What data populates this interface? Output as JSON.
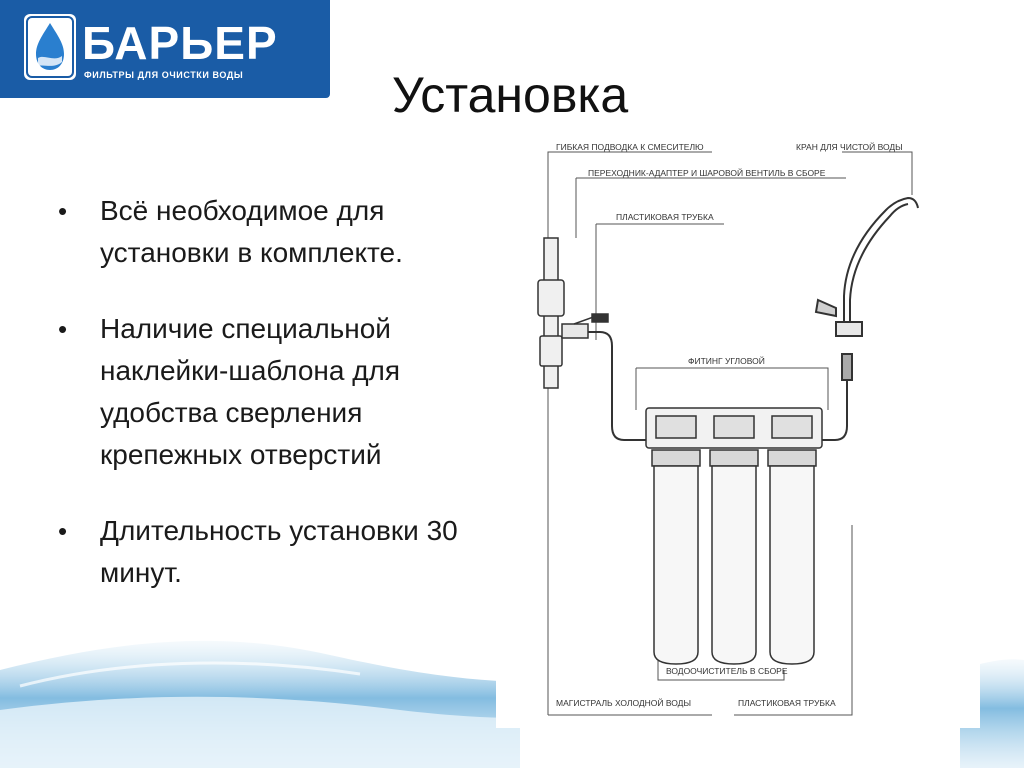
{
  "logo": {
    "brand": "БАРЬЕР",
    "tagline": "ФИЛЬТРЫ ДЛЯ ОЧИСТКИ ВОДЫ",
    "icon": "water-drop-icon",
    "color": "#1a5ca6"
  },
  "title": "Установка",
  "bullets": [
    "Всё необходимое для установки в комплекте.",
    "Наличие специальной наклейки-шаблона для удобства сверления крепежных отверстий",
    "Длительность установки 30 минут."
  ],
  "diagram": {
    "labels": {
      "flex_hose": "ГИБКАЯ ПОДВОДКА К СМЕСИТЕЛЮ",
      "clean_tap": "КРАН ДЛЯ ЧИСТОЙ ВОДЫ",
      "adapter_valve": "ПЕРЕХОДНИК-АДАПТЕР И ШАРОВОЙ ВЕНТИЛЬ В СБОРЕ",
      "plastic_tube_top": "ПЛАСТИКОВАЯ ТРУБКА",
      "elbow_fitting": "ФИТИНГ УГЛОВОЙ",
      "purifier_assembly": "ВОДООЧИСТИТЕЛЬ В СБОРЕ",
      "cold_main": "МАГИСТРАЛЬ ХОЛОДНОЙ ВОДЫ",
      "plastic_tube_bottom": "ПЛАСТИКОВАЯ ТРУБКА"
    }
  }
}
